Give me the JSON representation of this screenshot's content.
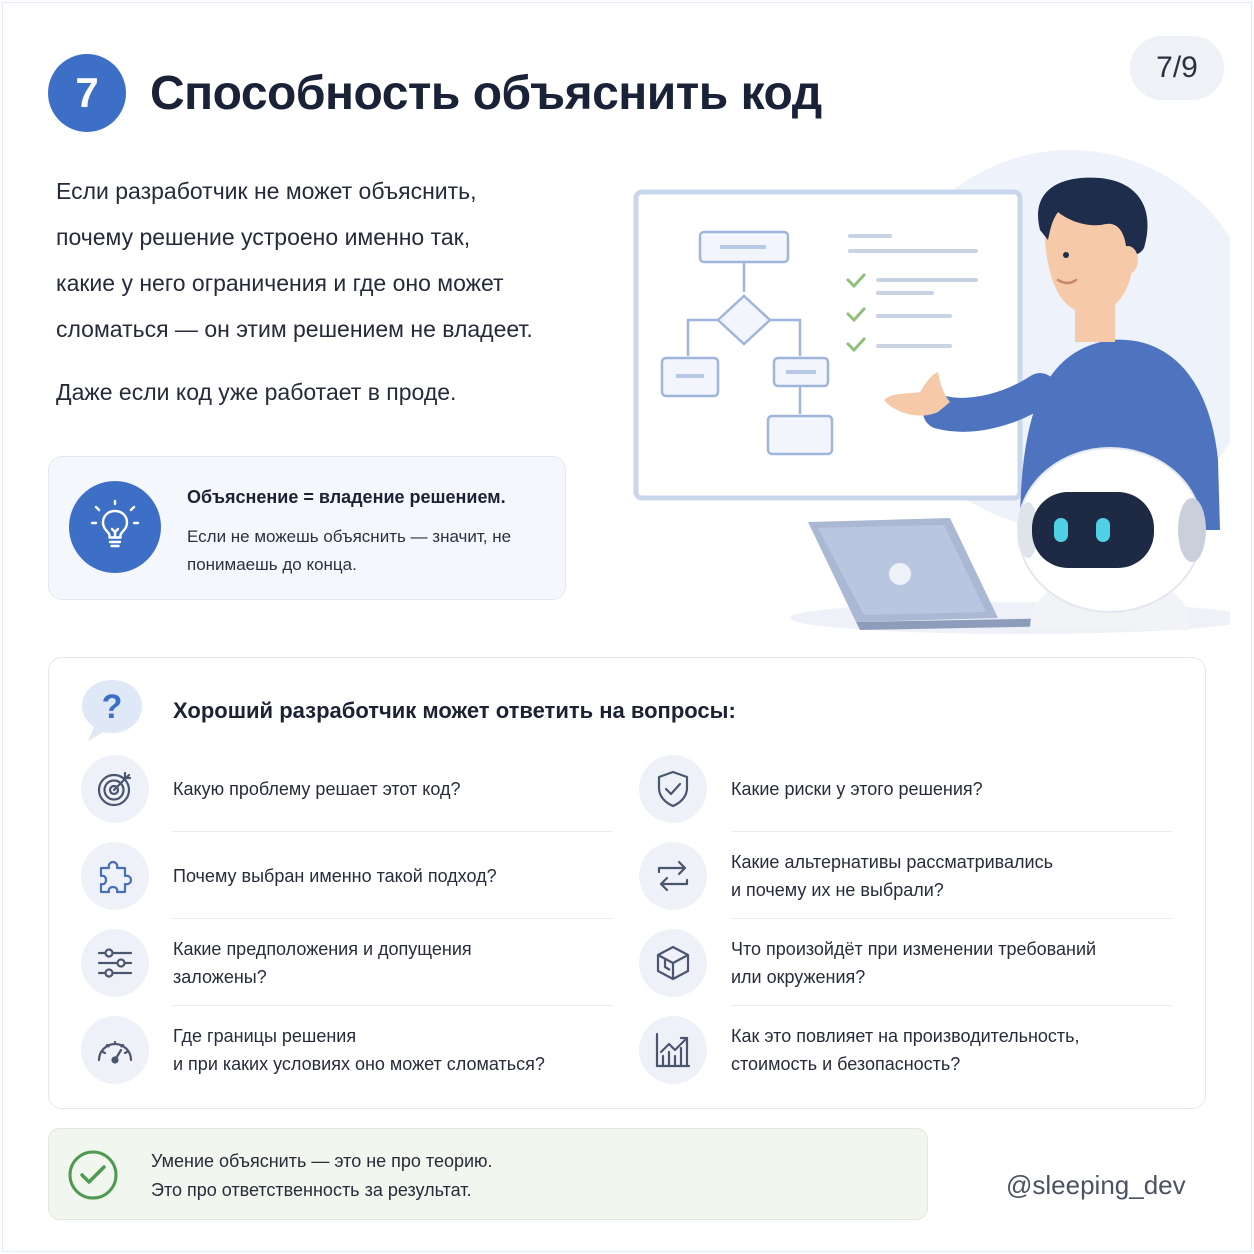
{
  "header": {
    "number": "7",
    "title": "Способность объяснить код",
    "page_indicator": "7/9"
  },
  "intro": {
    "lines": [
      "Если разработчик не может объяснить,",
      "почему решение устроено именно так,",
      "какие у него ограничения и где оно может",
      "сломаться — он этим решением не владеет."
    ],
    "note": "Даже если код уже работает в проде."
  },
  "idea_card": {
    "icon": "lightbulb-icon",
    "heading": "Объяснение = владение решением.",
    "text": "Если не можешь объяснить — значит, не понимаешь до конца."
  },
  "questions": {
    "icon": "question-bubble-icon",
    "heading": "Хороший разработчик может ответить на вопросы:",
    "items": [
      {
        "icon": "target-icon",
        "text": "Какую проблему решает этот код?"
      },
      {
        "icon": "shield-check-icon",
        "text": "Какие риски у этого решения?"
      },
      {
        "icon": "puzzle-icon",
        "text": "Почему выбран именно такой подход?"
      },
      {
        "icon": "swap-arrows-icon",
        "text": "Какие альтернативы рассматривались\nи почему их не выбрали?"
      },
      {
        "icon": "sliders-icon",
        "text": "Какие предположения и допущения\nзаложены?"
      },
      {
        "icon": "cube-icon",
        "text": "Что произойдёт при изменении требований\nили окружения?"
      },
      {
        "icon": "gauge-icon",
        "text": "Где границы решения\nи при каких условиях оно может сломаться?"
      },
      {
        "icon": "chart-growth-icon",
        "text": "Как это повлияет на производительность,\nстоимость и безопасность?"
      }
    ]
  },
  "footer": {
    "icon": "check-circle-icon",
    "text": "Умение объяснить — это не про теорию.\nЭто про ответственность за результат.",
    "handle": "@sleeping_dev"
  },
  "colors": {
    "accent": "#3d6fc6",
    "title": "#1a2238",
    "success": "#4f9a52"
  }
}
